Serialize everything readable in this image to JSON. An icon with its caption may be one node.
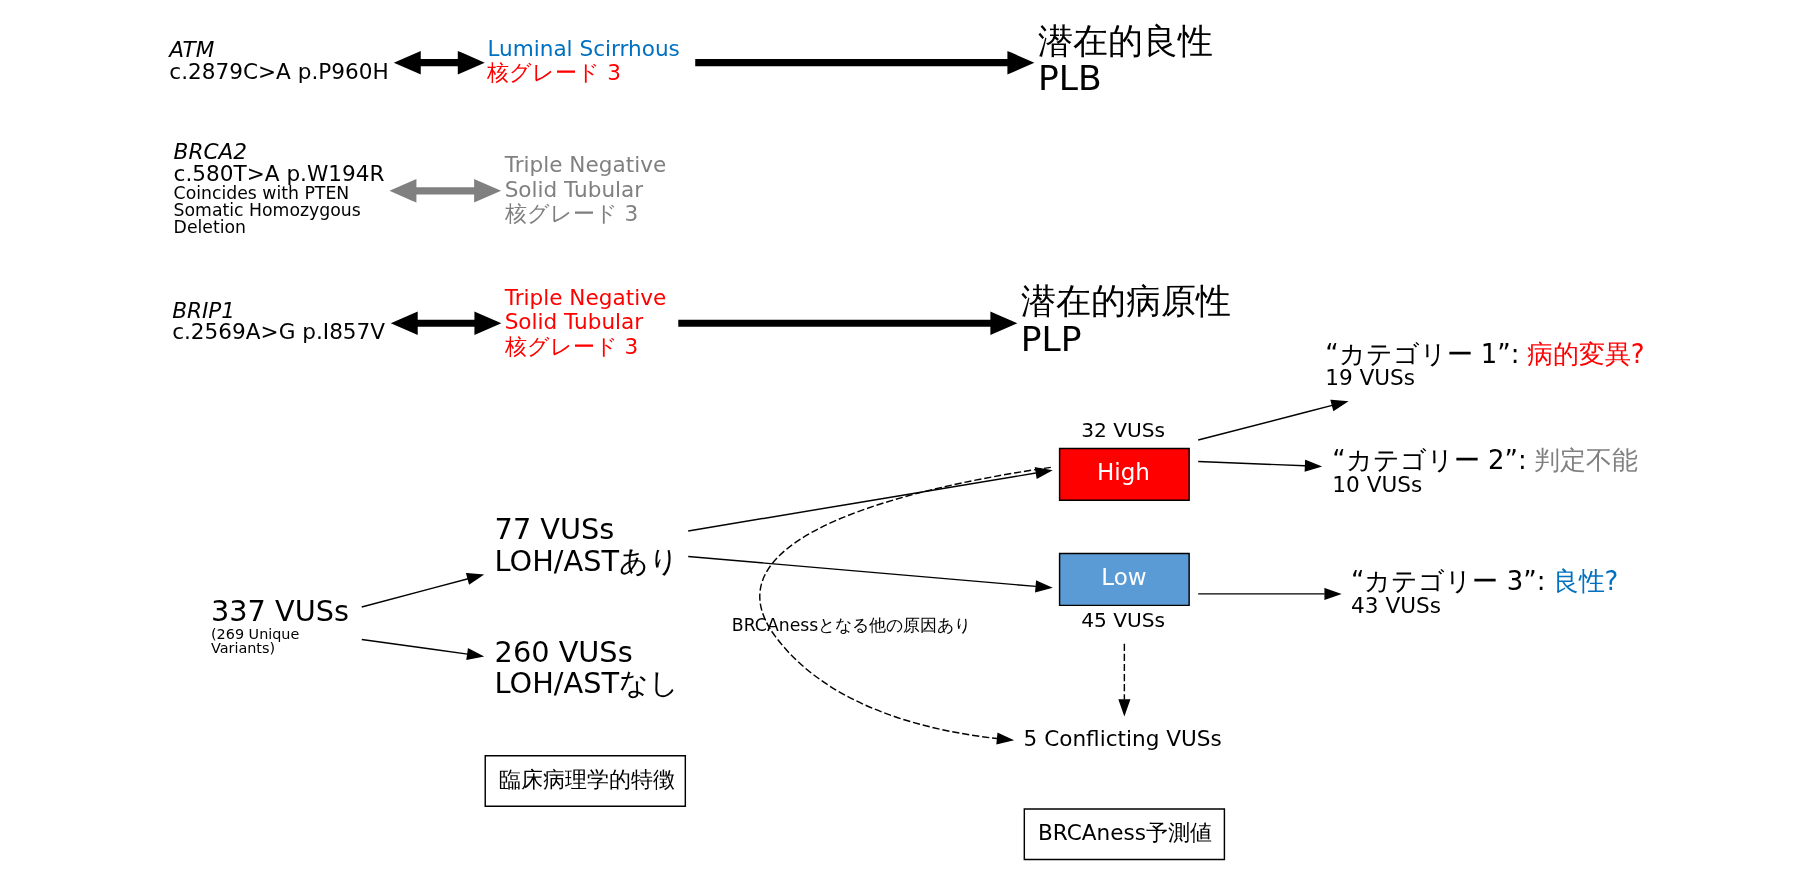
{
  "diagram": {
    "nodes": [
      {
        "text": [
          "BRCAness予測値"
        ]
      },
      {
        "text": [
          "臨床病理学的特徴"
        ]
      },
      {
        "text": [
          "337 VUSs",
          "(269 Unique Variants)"
        ]
      },
      {
        "text": [
          "77 VUSs",
          "LOH/ASTあり"
        ]
      },
      {
        "text": [
          "260 VUSs",
          "LOH/ASTなし"
        ]
      },
      {
        "text": [
          "High"
        ],
        "beside": [
          "32 VUSs"
        ]
      },
      {
        "text": [
          "“カテゴリー 1”:",
          "病的変異?",
          "19 VUSs"
        ]
      },
      {
        "text": [
          "BRIP1",
          "c.2569A>G p.I857V"
        ]
      },
      {
        "text": [
          "Triple Negative Solid Tubular",
          "核グレード 3"
        ]
      },
      {
        "text": [
          "潜在的病原性",
          "PLP"
        ]
      },
      {
        "text": [
          "“カテゴリー 2”:",
          "判定不能",
          "10 VUSs"
        ]
      },
      {
        "text": [
          "BRCA2",
          "c.580T>A p.W194R",
          "Coincides with PTEN Somatic Homozygous Deletion"
        ]
      },
      {
        "text": [
          "Triple Negative Solid Tubular",
          "核グレード 3"
        ]
      },
      {
        "text": [
          "5 Conflicting VUSs"
        ]
      },
      {
        "text": [
          "Low"
        ],
        "beside": [
          "45 VUSs"
        ]
      },
      {
        "text": [
          "“カテゴリー 3”:",
          "良性?",
          "43 VUSs"
        ]
      },
      {
        "text": [
          "ATM",
          "c.2879C>A p.P960H"
        ]
      },
      {
        "text": [
          "Luminal Scirrhous",
          "核グレード 3"
        ]
      },
      {
        "text": [
          "潜在的良性",
          "PLB"
        ]
      }
    ],
    "edges": [
      {
        "from": 2,
        "to": 3,
        "arrow": "to"
      },
      {
        "from": 2,
        "to": 4,
        "arrow": "to"
      },
      {
        "from": 3,
        "to": 5,
        "arrow": "to"
      },
      {
        "from": 3,
        "to": 14,
        "arrow": "to"
      },
      {
        "from": 5,
        "to": 6,
        "arrow": "to"
      },
      {
        "from": 5,
        "to": 10,
        "arrow": "to"
      },
      {
        "from": 5,
        "to": 13,
        "arrow": "to",
        "style": "dashed",
        "label": "BRCAnessとなる他の原因あり"
      },
      {
        "from": 14,
        "to": 13,
        "arrow": "to",
        "style": "dashed"
      },
      {
        "from": 14,
        "to": 15,
        "arrow": "to"
      },
      {
        "from": 7,
        "to": 8,
        "arrow": "both",
        "style": "thick"
      },
      {
        "from": 11,
        "to": 12,
        "arrow": "both",
        "style": "thick",
        "color": "#808080"
      },
      {
        "from": 16,
        "to": 17,
        "arrow": "both",
        "style": "thick"
      },
      {
        "from": 8,
        "to": 9,
        "arrow": "to",
        "style": "thick"
      },
      {
        "from": 17,
        "to": 18,
        "arrow": "to",
        "style": "thick"
      }
    ]
  }
}
